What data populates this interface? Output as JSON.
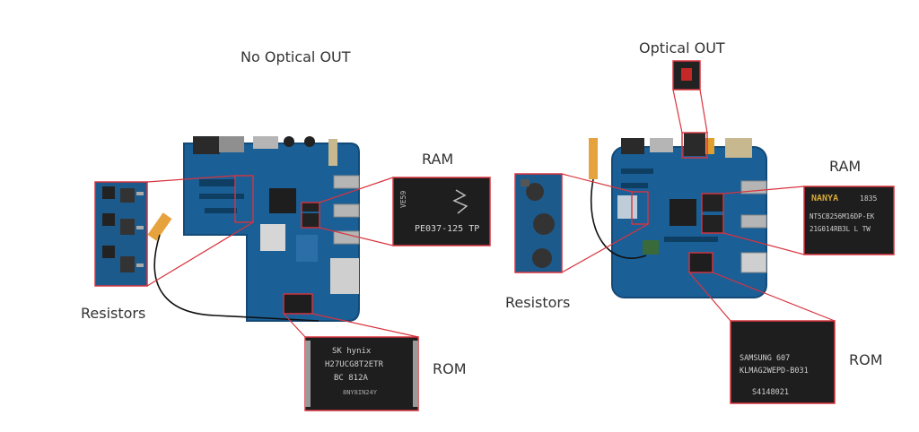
{
  "left_board": {
    "title": "No Optical OUT",
    "labels": {
      "ram": "RAM",
      "rom": "ROM",
      "resistors": "Resistors"
    },
    "ram_chip_text": [
      "PE037-125 TP",
      "VE59"
    ],
    "rom_chip_text": [
      "SK hynix",
      "H27UCG8T2ETR",
      "BC     812A",
      "8NY8IN24Y"
    ]
  },
  "right_board": {
    "title": "Optical OUT",
    "labels": {
      "ram": "RAM",
      "rom": "ROM",
      "resistors": "Resistors"
    },
    "ram_chip_text": [
      "NANYA",
      "1835",
      "NT5CB256M16DP-EK",
      "21G014RB3L  L  TW"
    ],
    "rom_chip_text": [
      "SAMSUNG      607",
      "KLMAG2WEPD-B031",
      "S4148021"
    ]
  },
  "colors": {
    "callout": "#d9333f",
    "pcb": "#1a5f96",
    "chip": "#1e1e1e"
  }
}
